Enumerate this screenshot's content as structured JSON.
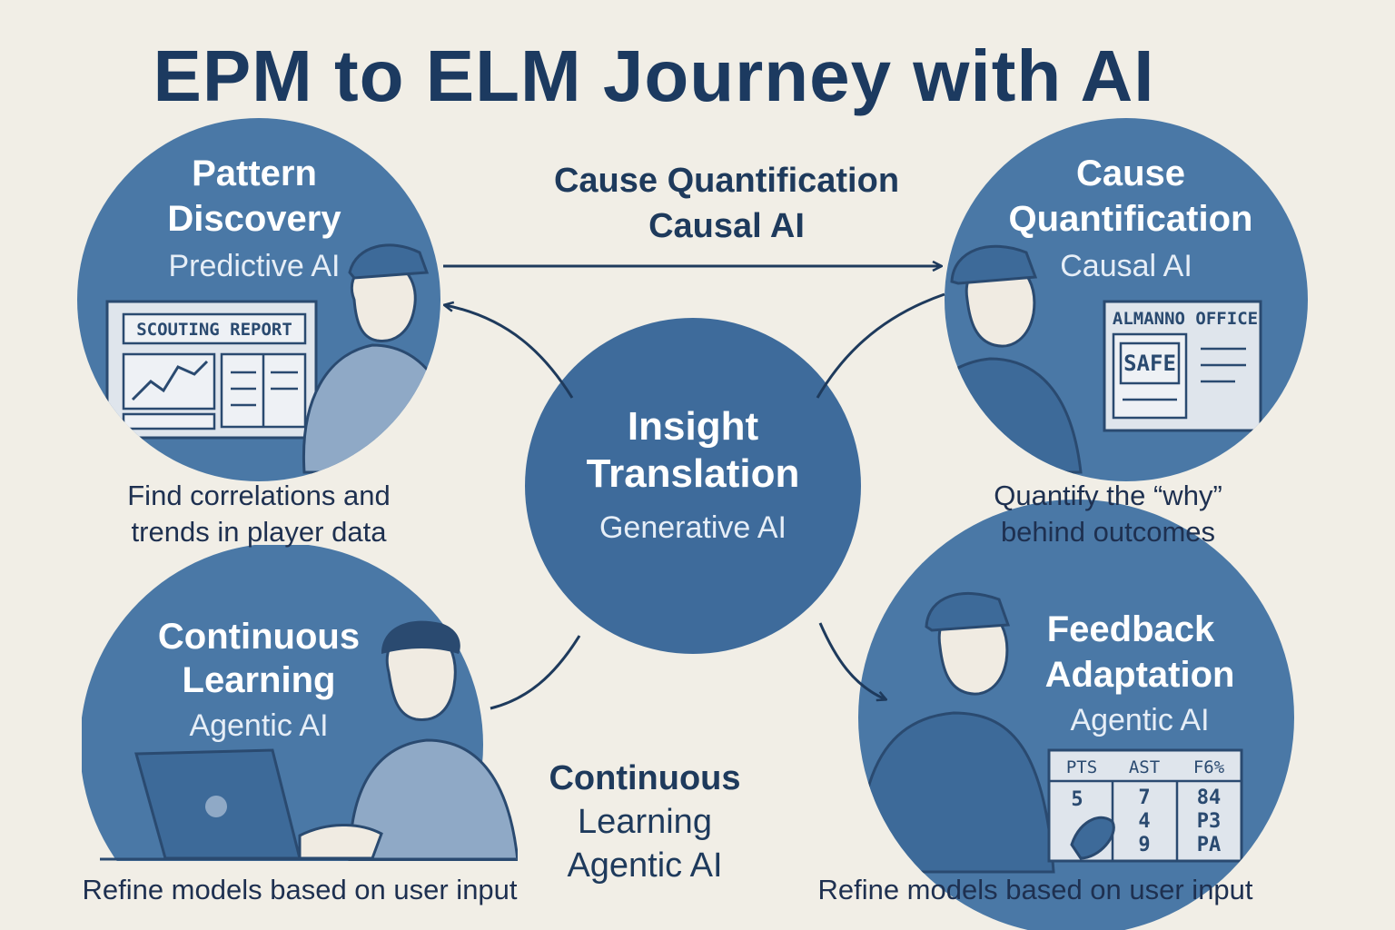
{
  "title": "EPM to ELM Journey with AI",
  "colors": {
    "background": "#f1eee6",
    "circle": "#4a78a6",
    "circle_dark": "#3d6a99",
    "center": "#3e6b9b",
    "text_dark": "#1c3a60",
    "panel": "#dfe5ec"
  },
  "stages": {
    "pattern_discovery": {
      "title_line1": "Pattern",
      "title_line2": "Discovery",
      "subtitle": "Predictive AI",
      "caption_line1": "Find correlations and",
      "caption_line2": "trends in player data",
      "panel_label": "SCOUTING REPORT",
      "icon": "scouting-report-icon"
    },
    "cause_quantification": {
      "title_line1": "Cause",
      "title_line2": "Quantification",
      "subtitle": "Causal AI",
      "caption_line1": "Quantify the “why”",
      "caption_line2": "behind outcomes",
      "panel_label": "ALMANNO OFFICE",
      "stamp_label": "SAFE"
    },
    "insight_translation": {
      "title_line1": "Insight",
      "title_line2": "Translation",
      "subtitle": "Generative AI"
    },
    "continuous_learning": {
      "title_line1": "Continuous",
      "title_line2": "Learning",
      "subtitle": "Agentic AI",
      "caption": "Refine models based on user input",
      "icon": "laptop-icon"
    },
    "feedback_adaptation": {
      "title_line1": "Feedback",
      "title_line2": "Adaptation",
      "subtitle": "Agentic AI",
      "caption": "Refine models based on user input",
      "stats_headers": [
        "PTS",
        "AST",
        "F6%"
      ],
      "stats_col1": [
        "5"
      ],
      "stats_col2": [
        "7",
        "4",
        "9"
      ],
      "stats_col3": [
        "84",
        "P3",
        "PA"
      ]
    }
  },
  "connectors": {
    "top_line1": "Cause Quantification",
    "top_line2": "Causal AI",
    "bottom_line1": "Continuous",
    "bottom_line2": "Learning",
    "bottom_line3": "Agentic AI"
  }
}
